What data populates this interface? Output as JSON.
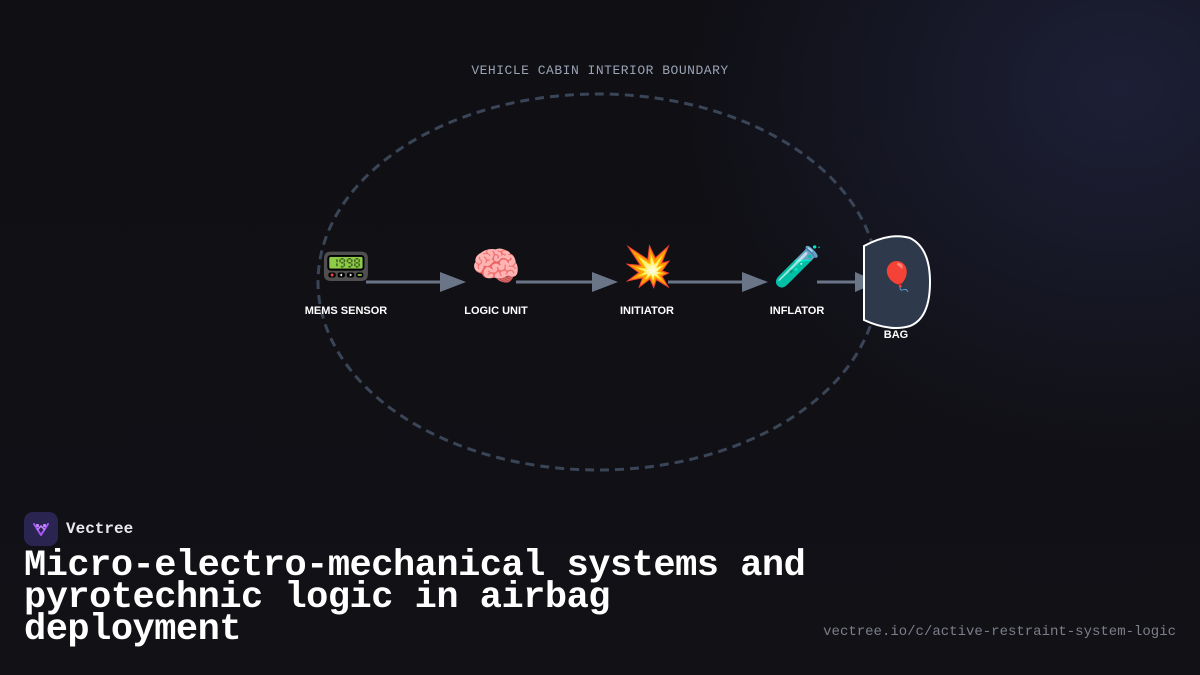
{
  "diagram": {
    "boundary_label": "VEHICLE CABIN INTERIOR BOUNDARY",
    "nodes": [
      {
        "id": "mems",
        "label": "MEMS SENSOR",
        "icon": "pager-icon",
        "glyph": "📟"
      },
      {
        "id": "logic",
        "label": "LOGIC UNIT",
        "icon": "brain-icon",
        "glyph": "🧠"
      },
      {
        "id": "initiator",
        "label": "INITIATOR",
        "icon": "explosion-icon",
        "glyph": "💥"
      },
      {
        "id": "inflator",
        "label": "INFLATOR",
        "icon": "test-tube-icon",
        "glyph": "🧪"
      },
      {
        "id": "bag",
        "label": "BAG",
        "icon": "balloon-icon",
        "glyph": "🎈"
      }
    ],
    "edges": [
      {
        "from": "mems",
        "to": "logic"
      },
      {
        "from": "logic",
        "to": "initiator"
      },
      {
        "from": "initiator",
        "to": "inflator"
      },
      {
        "from": "inflator",
        "to": "bag"
      }
    ],
    "colors": {
      "boundary": "#3a4558",
      "arrow": "#6b7588",
      "bag_fill": "#2e3a4c",
      "bag_stroke": "#ffffff"
    }
  },
  "brand": {
    "name": "Vectree",
    "logo_icon": "vectree-logo-icon"
  },
  "headline": "Micro-electro-mechanical systems and pyrotechnic logic in airbag deployment",
  "url": "vectree.io/c/active-restraint-system-logic"
}
